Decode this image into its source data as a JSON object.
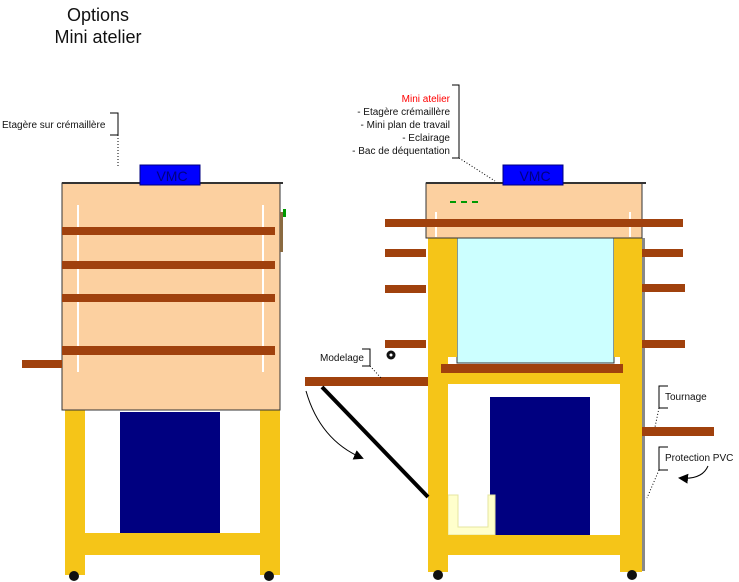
{
  "title": {
    "line1": "Options",
    "line2": "Mini atelier"
  },
  "left": {
    "vmc_label": "VMC",
    "callout": "Etagère sur crémaillère"
  },
  "right": {
    "vmc_label": "VMC",
    "callout_title": "Mini atelier",
    "callout_items": [
      "- Etagère crémaillère",
      "- Mini plan de travail",
      "- Eclairage",
      "- Bac de déquentation"
    ],
    "modelage": "Modelage",
    "tournage": "Tournage",
    "protection": "Protection PVC"
  },
  "colors": {
    "cabinet": "#fcd0a0",
    "shelf": "#a0410d",
    "frame": "#f5c518",
    "tank": "#000080",
    "vmc": "#0000ff",
    "glass": "#ccffff",
    "red_text": "#ff0000",
    "light": "#009900"
  }
}
